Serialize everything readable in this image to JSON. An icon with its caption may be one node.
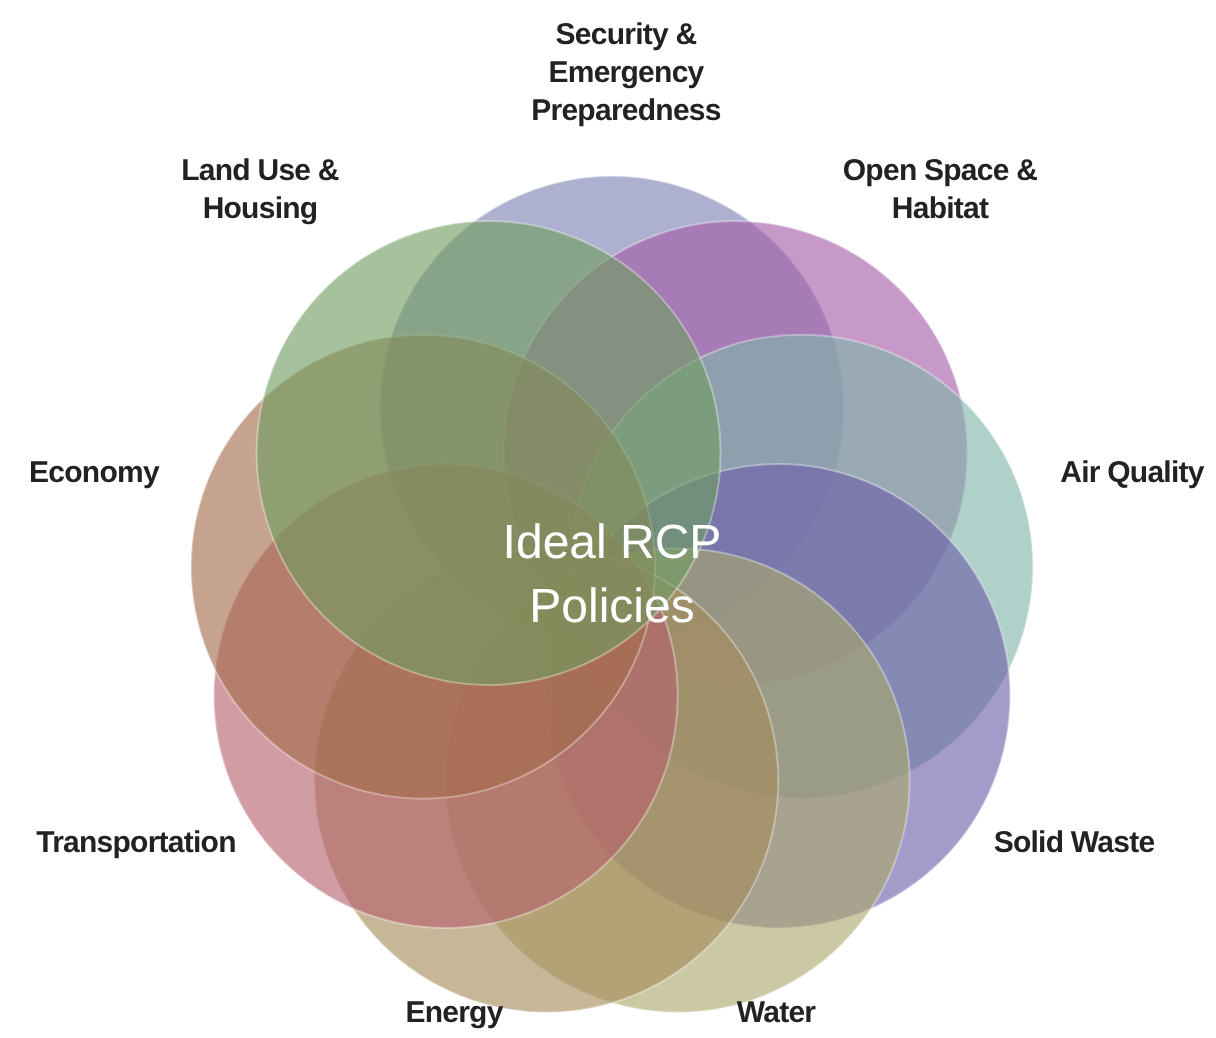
{
  "diagram": {
    "nodes": [
      {
        "text": [],
        "shape": "circle",
        "beside": [
          "Security & Emergency Preparedness"
        ]
      },
      {
        "text": [],
        "shape": "circle",
        "beside": [
          "Open Space & Habitat"
        ]
      },
      {
        "text": [],
        "shape": "circle",
        "beside": [
          "Air Quality"
        ]
      },
      {
        "text": [],
        "shape": "circle",
        "beside": [
          "Solid Waste"
        ]
      },
      {
        "text": [],
        "shape": "circle",
        "beside": [
          "Water"
        ]
      },
      {
        "text": [],
        "shape": "circle",
        "beside": [
          "Energy"
        ]
      },
      {
        "text": [],
        "shape": "circle",
        "beside": [
          "Transportation"
        ]
      },
      {
        "text": [],
        "shape": "circle",
        "beside": [
          "Economy"
        ]
      },
      {
        "text": [],
        "shape": "circle",
        "beside": [
          "Land Use & Housing"
        ]
      }
    ],
    "labels": [
      "Ideal RCP Policies"
    ]
  }
}
